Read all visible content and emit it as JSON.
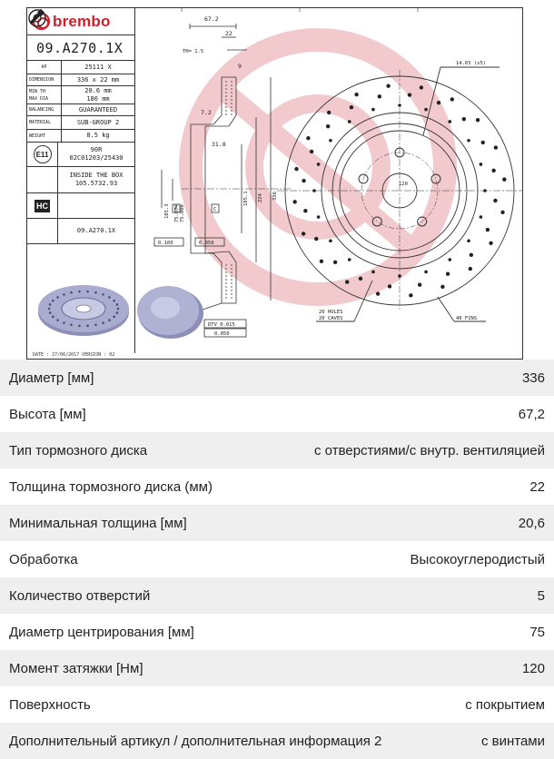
{
  "drawing": {
    "brand": "brembo",
    "part_code": "09.A270.1X",
    "ap_label": "AP",
    "ap_value": "25111 X",
    "specs": [
      {
        "key": [
          "DIMENSION"
        ],
        "value": [
          "336 x 22 mm"
        ]
      },
      {
        "key": [
          "MIN TH",
          "MAX DIA"
        ],
        "value": [
          "20.6 mm",
          "186 mm"
        ]
      },
      {
        "key": [
          "BALANCING"
        ],
        "value": [
          "GUARANTEED"
        ]
      },
      {
        "key": [
          "MATERIAL"
        ],
        "value": [
          "SUB-GROUP 2"
        ]
      },
      {
        "key": [
          "WEIGHT"
        ],
        "value": [
          "8.5 kg"
        ]
      }
    ],
    "ece_mark": "E11",
    "ece_lines": [
      "90R",
      "02C01203/25430"
    ],
    "box_lines": [
      "INSIDE THE BOX",
      "105.5732.93"
    ],
    "hc_label": "HC",
    "code_bottom": "09.A270.1X",
    "date_line": "DATE : 27/06/2017 VERSION : 02",
    "dims": {
      "d672": "67.2",
      "d22": "22",
      "th": "TH= 1.5",
      "d9": "9",
      "d72": "7.2",
      "d318": "31.8",
      "d1853": "185.3",
      "d75074": "75.074",
      "d75000": "75.000",
      "d1851": "185.1",
      "d224": "224",
      "d336": "336",
      "tol1": "0.100",
      "tol2": "0.050",
      "dtv": "DTV 0.015",
      "flat": "0.050",
      "c_label": "C",
      "f_label": "F",
      "d1465": "14.65 (x5)",
      "d120": "120",
      "holes": [
        "20 HOLES",
        "20 CAVES"
      ],
      "fins": "40 FINS"
    },
    "colors": {
      "brand_red": "#d01e2a",
      "watermark": "#e8a0a6",
      "line": "#333333",
      "photo": "#8d8fb8"
    }
  },
  "specs": [
    {
      "label": "Диаметр [мм]",
      "value": "336"
    },
    {
      "label": "Высота [мм]",
      "value": "67,2"
    },
    {
      "label": "Тип тормозного диска",
      "value": "с отверстиями/с внутр. вентиляцией"
    },
    {
      "label": "Толщина тормозного диска (мм)",
      "value": "22"
    },
    {
      "label": "Минимальная толщина [мм]",
      "value": "20,6"
    },
    {
      "label": "Обработка",
      "value": "Высокоуглеродистый"
    },
    {
      "label": "Количество отверстий",
      "value": "5"
    },
    {
      "label": "Диаметр центрирования [мм]",
      "value": "75"
    },
    {
      "label": "Момент затяжки [Нм]",
      "value": "120"
    },
    {
      "label": "Поверхность",
      "value": "с покрытием"
    },
    {
      "label": "Дополнительный артикул / дополнительная информация 2",
      "value": "с винтами"
    }
  ]
}
